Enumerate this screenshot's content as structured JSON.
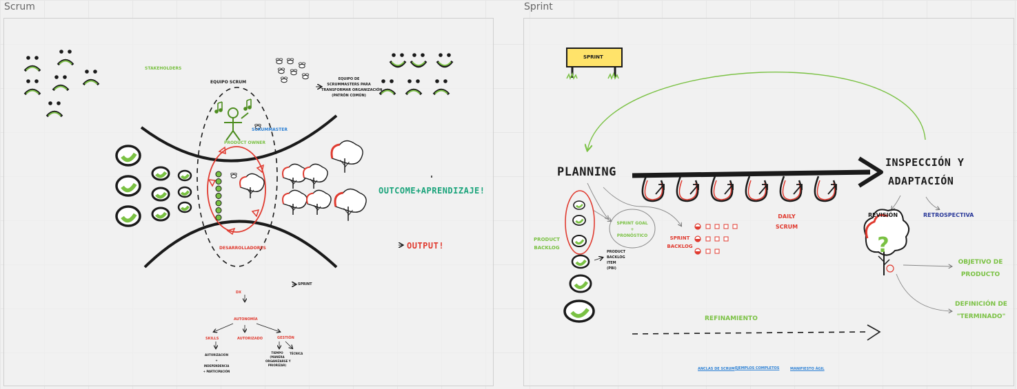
{
  "frames": {
    "scrum": {
      "title": "Scrum"
    },
    "sprint": {
      "title": "Sprint"
    }
  },
  "scrum": {
    "stakeholders": "STAKEHOLDERS",
    "equipo_scrum": "EQUIPO SCRUM",
    "equipo_de": "EQUIPO DE",
    "scrummasters_line1": "SCRUMMASTERS PARA",
    "scrummasters_line2": "TRANSFORMAR ORGANIZACIÓN",
    "scrummasters_line3": "(PATRÓN COMÚN)",
    "scrummaster": "SCRUMMASTER",
    "product_owner": "PRODUCT OWNER",
    "desarrolladores": "DESARROLLADORES",
    "outcome": "OUTCOME+APRENDIZAJE!",
    "output": "OUTPUT!",
    "sprint": "SPRINT",
    "dx": "DX",
    "autonomia": "AUTONOMÍA",
    "skills": "SKILLS",
    "autorizado": "AUTORIZADO",
    "gestion": "GESTIÓN",
    "skills_sub1": "AUTORIZACIÓN",
    "skills_sub2": "+",
    "skills_sub3": "INDEPENDENCIA",
    "skills_sub4": "+ PARTICIPACIÓN",
    "gestion_sub1": "TIEMPO",
    "gestion_sub2": "(MANERA",
    "gestion_sub3": "ORGANIZARSE Y",
    "gestion_sub4": "PRIORIZAR)",
    "tecnica": "TÉCNICA"
  },
  "sprint": {
    "sign": "SPRINT",
    "planning": "PLANNING",
    "inspeccion_1": "INSPECCIÓN Y",
    "inspeccion_2": "ADAPTACIÓN",
    "revision": "REVISIÓN",
    "retrospectiva": "RETROSPECTIVA",
    "daily_1": "DAILY",
    "daily_2": "SCRUM",
    "sprint_goal_1": "SPRINT GOAL",
    "sprint_goal_2": "+",
    "sprint_goal_3": "PRONÓSTICO",
    "sprint_backlog_1": "SPRINT",
    "sprint_backlog_2": "BACKLOG",
    "product_backlog_1": "PRODUCT",
    "product_backlog_2": "BACKLOG",
    "pbi_1": "PRODUCT",
    "pbi_2": "BACKLOG",
    "pbi_3": "ITEM",
    "pbi_4": "(PBI)",
    "objetivo_1": "OBJETIVO DE",
    "objetivo_2": "PRODUCTO",
    "definicion_1": "DEFINICIÓN DE",
    "definicion_2": "\"TERMINADO\"",
    "refinamiento": "REFINAMIENTO",
    "link_1": "ANCLAS DE SCRUM",
    "link_2": "EJEMPLOS COMPLETOS",
    "link_3": "MANIFIESTO ÁGIL"
  },
  "colors": {
    "green": "#7ac143",
    "red": "#e03a2f",
    "black": "#1a1a1a",
    "blue": "#2a7fd4",
    "navy": "#2b3a9a",
    "teal": "#19a37a",
    "yellow": "#ffe36a"
  }
}
